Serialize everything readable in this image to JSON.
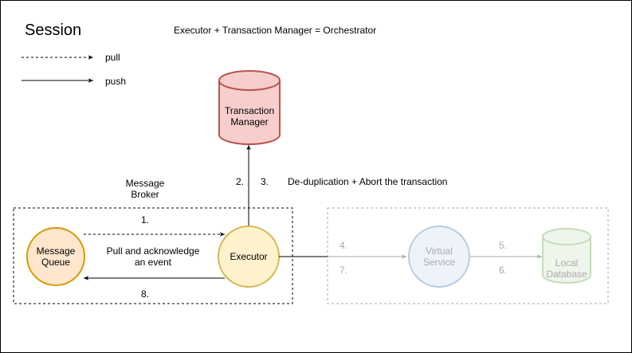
{
  "session_title": "Session",
  "orchestrator_note": "Executor + Transaction Manager = Orchestrator",
  "legend": {
    "pull_label": "pull",
    "push_label": "push"
  },
  "nodes": {
    "transaction_manager": {
      "line1": "Transaction",
      "line2": "Manager"
    },
    "message_broker": {
      "line1": "Message",
      "line2": "Broker"
    },
    "message_queue": {
      "line1": "Message",
      "line2": "Queue"
    },
    "executor": {
      "label": "Executor"
    },
    "virtual_service": {
      "line1": "Virtual",
      "line2": "Service"
    },
    "local_database": {
      "line1": "Local",
      "line2": "Database"
    }
  },
  "edges": {
    "step1": "1.",
    "pull_ack_line1": "Pull and acknowledge",
    "pull_ack_line2": "an event",
    "step2": "2.",
    "step3": "3.",
    "dedup": "De-duplication + Abort the transaction",
    "step4": "4.",
    "step5": "5.",
    "step6": "6.",
    "step7": "7.",
    "step8": "8."
  },
  "colors": {
    "tm_fill": "#f8cecc",
    "tm_stroke": "#b85450",
    "mq_fill": "#ffe6cc",
    "mq_stroke": "#d79b00",
    "ex_fill": "#fff2cc",
    "ex_stroke": "#d6b656",
    "vs_fill": "#eef3fa",
    "vs_stroke": "#b9cbe4",
    "db_fill": "#eef5ea",
    "db_stroke": "#c5dcbb"
  }
}
